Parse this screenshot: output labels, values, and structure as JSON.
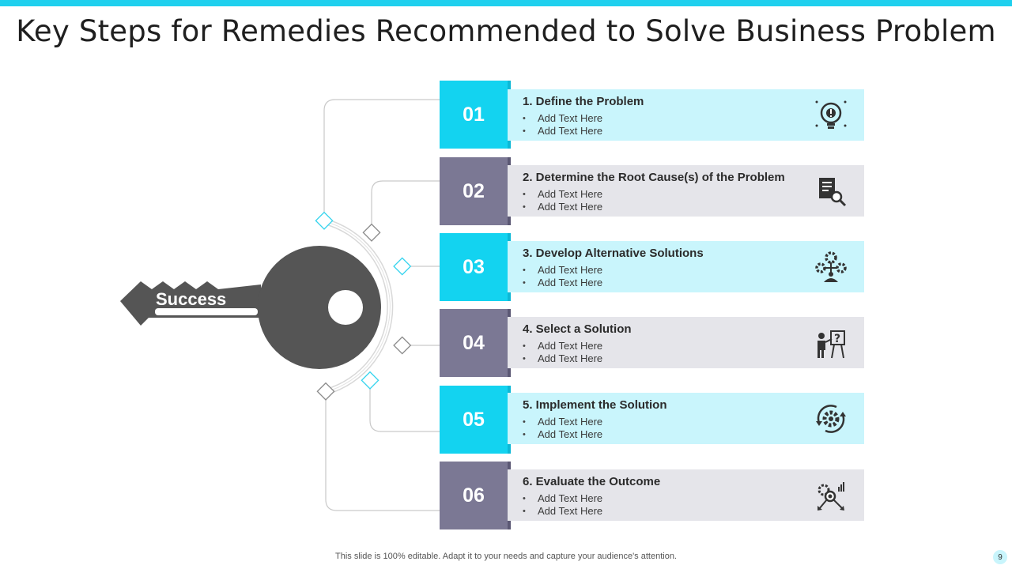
{
  "title": "Key Steps for Remedies Recommended to Solve Business Problem",
  "key_label": "Success",
  "steps": [
    {
      "number": "01",
      "title": "1. Define the Problem",
      "bullets": [
        "Add Text Here",
        "Add Text Here"
      ],
      "icon": "lightbulb-gear-icon",
      "color": "cyan"
    },
    {
      "number": "02",
      "title": "2. Determine the Root Cause(s) of the Problem",
      "bullets": [
        "Add Text Here",
        "Add Text Here"
      ],
      "icon": "document-search-icon",
      "color": "gray"
    },
    {
      "number": "03",
      "title": "3. Develop Alternative Solutions",
      "bullets": [
        "Add Text Here",
        "Add Text Here"
      ],
      "icon": "gears-network-icon",
      "color": "cyan"
    },
    {
      "number": "04",
      "title": "4. Select a Solution",
      "bullets": [
        "Add Text Here",
        "Add Text Here"
      ],
      "icon": "presenter-question-icon",
      "color": "gray"
    },
    {
      "number": "05",
      "title": "5. Implement the Solution",
      "bullets": [
        "Add Text Here",
        "Add Text Here"
      ],
      "icon": "gear-cycle-icon",
      "color": "cyan"
    },
    {
      "number": "06",
      "title": "6. Evaluate the Outcome",
      "bullets": [
        "Add Text Here",
        "Add Text Here"
      ],
      "icon": "analysis-target-icon",
      "color": "gray"
    }
  ],
  "footer": "This slide is 100% editable. Adapt it to your needs and capture your audience's attention.",
  "page_number": "9",
  "colors": {
    "accent": "#13d3f0",
    "accent_light": "#c9f5fc",
    "gray": "#7b7894",
    "gray_light": "#e5e5ea",
    "key": "#555555"
  }
}
